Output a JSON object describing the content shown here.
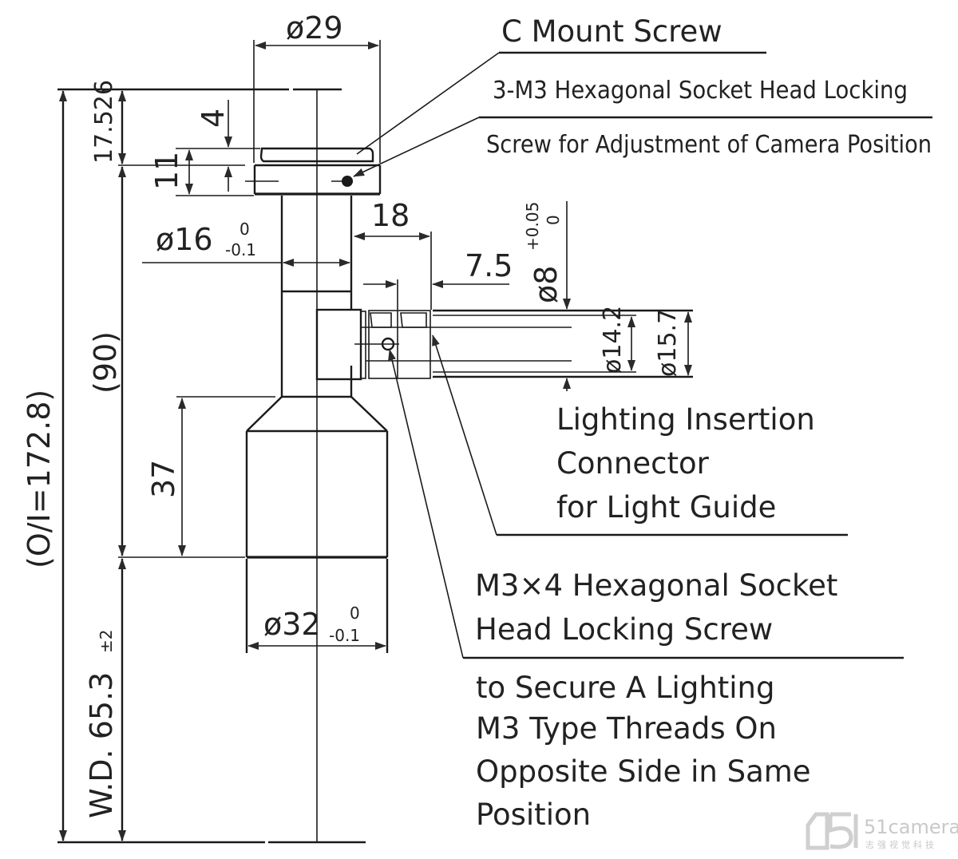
{
  "drawing": {
    "dimensions": {
      "top_diameter": "ø29",
      "overall_length": "(O/I=172.8)",
      "flange_height": "17.526",
      "dim_4": "4",
      "dim_11": "11",
      "shaft_diameter": "ø16",
      "shaft_tol_upper": "0",
      "shaft_tol_lower": "-0.1",
      "offset_18": "18",
      "offset_7_5": "7.5",
      "guide_diameter": "ø8",
      "guide_tol_upper": "+0.05",
      "guide_tol_lower": "0",
      "inner_diameter": "ø14.2",
      "outer_diameter": "ø15.7",
      "body_length": "(90)",
      "front_length": "37",
      "front_diameter": "ø32",
      "front_tol_upper": "0",
      "front_tol_lower": "-0.1",
      "working_distance": "W.D. 65.3",
      "wd_tol": "±2"
    },
    "callouts": {
      "c_mount": "C Mount Screw",
      "locking_line1": "3-M3 Hexagonal Socket Head Locking",
      "locking_line2": "Screw for Adjustment of Camera Position",
      "connector_lines": [
        "Lighting Insertion",
        "Connector",
        "for Light Guide"
      ],
      "m3_lines": [
        "M3×4 Hexagonal Socket",
        "Head Locking Screw"
      ],
      "secure_lines": [
        "to Secure A Lighting",
        "M3 Type Threads On",
        "Opposite Side in Same",
        "Position"
      ]
    }
  },
  "watermark": {
    "logo_text": "51camera",
    "subtitle": "志强视觉科技",
    "color": "#c9c9c9"
  }
}
